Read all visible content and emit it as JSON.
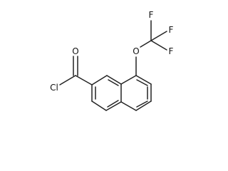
{
  "molecule": {
    "atoms": {
      "oxygen_carbonyl": "O",
      "chlorine": "Cl",
      "oxygen_ether": "O",
      "fluorine_1": "F",
      "fluorine_2": "F",
      "fluorine_3": "F"
    }
  },
  "colors": {
    "bond": "#222222",
    "label": "#111111",
    "background": "#ffffff"
  }
}
